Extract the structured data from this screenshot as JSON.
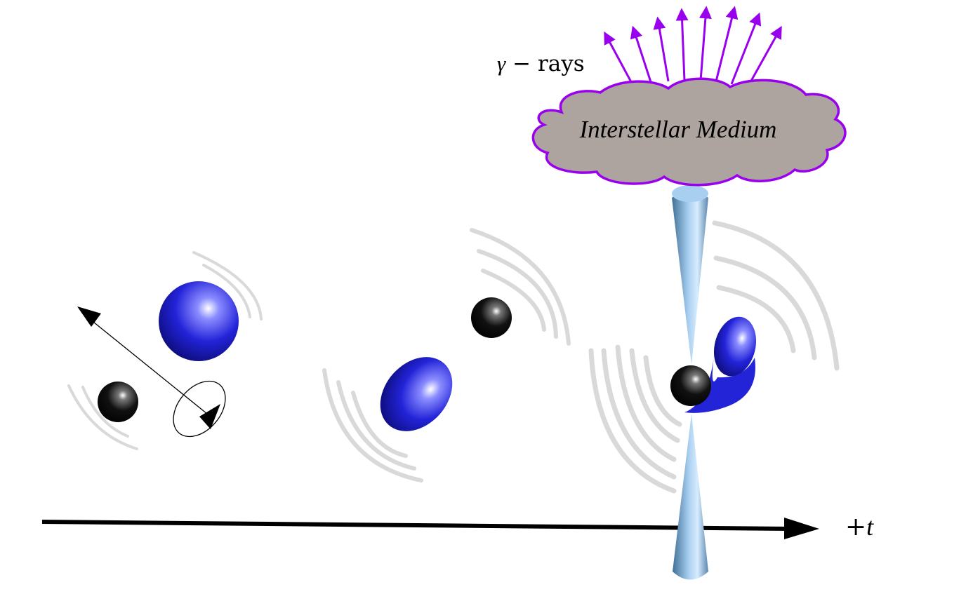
{
  "labels": {
    "gamma_greek": "γ",
    "gamma_rest": " − rays",
    "cloud": "Interstellar Medium",
    "time_plus": "+",
    "time_t": "t"
  },
  "colors": {
    "background": "#ffffff",
    "star_blue": "#2323d8",
    "black_hole": "#000000",
    "cloud_fill": "#aea49f",
    "cloud_outline": "#9900ee",
    "gamma_arrows": "#9900ee",
    "jet": "#8fb4d6",
    "gravitational_waves": "#d9d9d9",
    "time_axis": "#000000"
  },
  "icons": {
    "spin_arrow": "spin-axis-arrow-icon",
    "rotation": "rotation-ellipse-icon"
  }
}
